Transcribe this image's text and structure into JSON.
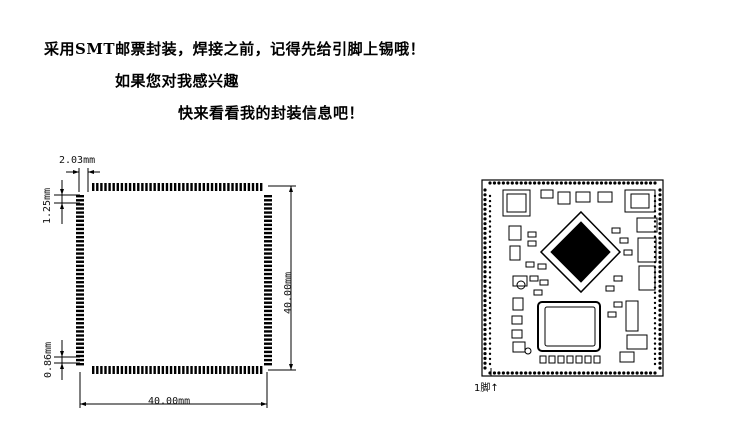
{
  "header": {
    "line1": "采用SMT邮票封装，焊接之前，记得先给引脚上锡哦！",
    "line2": "如果您对我感兴趣",
    "line3": "快来看看我的封装信息吧！"
  },
  "footprint": {
    "pitch_label": "2.03mm",
    "pad_height_label": "1.25mm",
    "offset_label": "0.86mm",
    "height_label": "40.00mm",
    "width_label": "40.00mm"
  },
  "board": {
    "pin1_label": "1脚↑"
  }
}
